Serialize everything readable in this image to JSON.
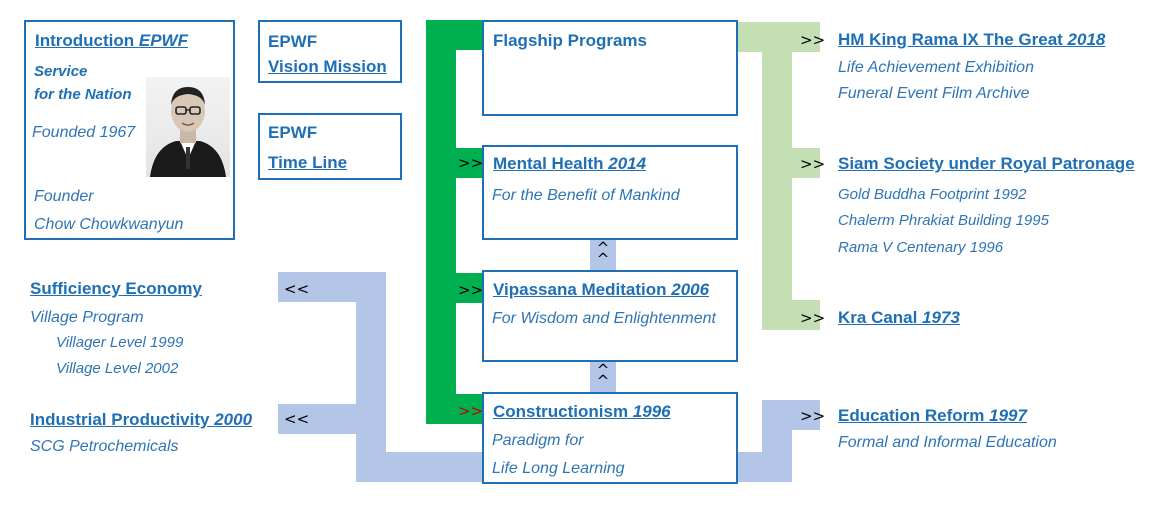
{
  "intro": {
    "title": "Introduction ",
    "title_em": "EPWF",
    "service_line1": "Service",
    "service_line2": "for the Nation",
    "founded": "Founded 1967",
    "founder_label": "Founder",
    "founder_name": "Chow Chowkwanyun"
  },
  "vision": {
    "line1": "EPWF",
    "line2": "Vision Mission"
  },
  "timeline": {
    "line1": "EPWF",
    "line2": "Time Line"
  },
  "flagship": {
    "title": "Flagship Programs"
  },
  "mental_health": {
    "arrow": ">>",
    "title": "Mental Health ",
    "year": "2014",
    "desc": "For the Benefit of Mankind"
  },
  "vipassana": {
    "arrow": ">>",
    "title": "Vipassana Meditation ",
    "year": "2006",
    "desc": "For Wisdom and Enlightenment"
  },
  "constructionism": {
    "arrow": ">>",
    "title": "Constructionism ",
    "year": "1996",
    "desc1": "Paradigm for",
    "desc2": "Life Long Learning"
  },
  "carets": {
    "upper": "^",
    "lower": "^"
  },
  "right": {
    "king": {
      "arrow": ">>",
      "title": "HM King Rama IX The Great ",
      "year": "2018",
      "items": [
        "Life Achievement Exhibition",
        "Funeral Event Film Archive"
      ]
    },
    "siam": {
      "arrow": ">>",
      "title": "Siam Society under Royal Patronage",
      "items": [
        "Gold Buddha Footprint 1992",
        "Chalerm Phrakiat Building 1995",
        "Rama V Centenary 1996"
      ]
    },
    "kra": {
      "arrow": ">>",
      "title": "Kra Canal ",
      "year": "1973"
    },
    "education": {
      "arrow": ">>",
      "title": "Education Reform ",
      "year": "1997",
      "items": [
        "Formal and Informal Education"
      ]
    }
  },
  "left": {
    "sufficiency": {
      "arrow": "<<",
      "title": "Sufficiency Economy",
      "item": "Village Program",
      "subitems": [
        "Villager Level 1999",
        "Village Level 2002"
      ]
    },
    "industrial": {
      "arrow": "<<",
      "title": "Industrial Productivity ",
      "year": "2000",
      "item": "SCG Petrochemicals"
    }
  },
  "colors": {
    "accent": "#1f6fb5",
    "green": "#00b050",
    "light_green": "#c4dfb3",
    "light_blue": "#b4c6e7"
  }
}
